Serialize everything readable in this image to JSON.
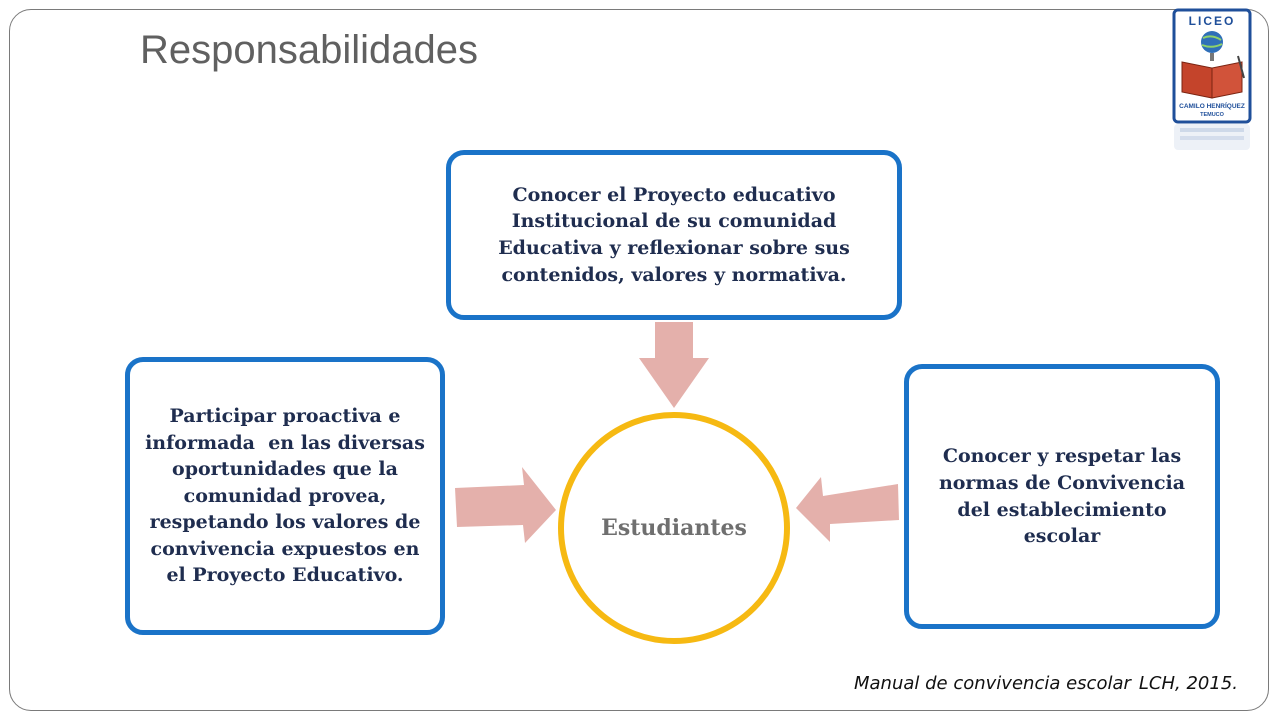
{
  "slide": {
    "title": "Responsabilidades",
    "center_label": "Estudiantes",
    "boxes": {
      "top": "Conocer el Proyecto educativo Institucional de su comunidad Educativa y reflexionar sobre sus contenidos, valores y normativa.",
      "left": "Participar proactiva e informada  en las diversas oportunidades que la comunidad provea, respetando los valores de convivencia expuestos en el Proyecto Educativo.",
      "right": "Conocer y respetar las normas de Convivencia del establecimiento escolar"
    },
    "citation_source": "Manual de convivencia escolar",
    "citation_ref": "LCH, 2015."
  },
  "logo": {
    "top_text": "LICEO",
    "bottom_text": "CAMILO HENRÍQUEZ",
    "city": "TEMUCO"
  },
  "colors": {
    "box_border": "#1a73c8",
    "circle_border": "#f6b912",
    "arrow_fill": "#e4b0ab",
    "title": "#606060"
  }
}
